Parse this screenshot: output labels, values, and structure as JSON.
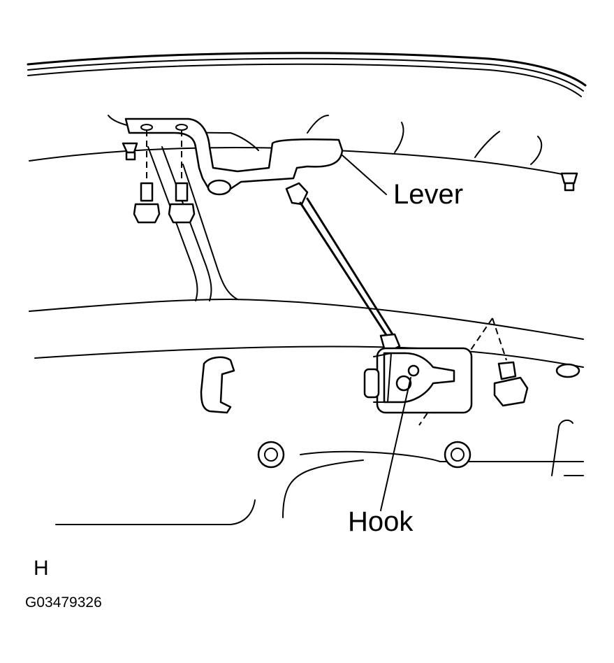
{
  "labels": {
    "lever": "Lever",
    "hook": "Hook",
    "view_letter": "H",
    "figure_code": "G03479326"
  }
}
